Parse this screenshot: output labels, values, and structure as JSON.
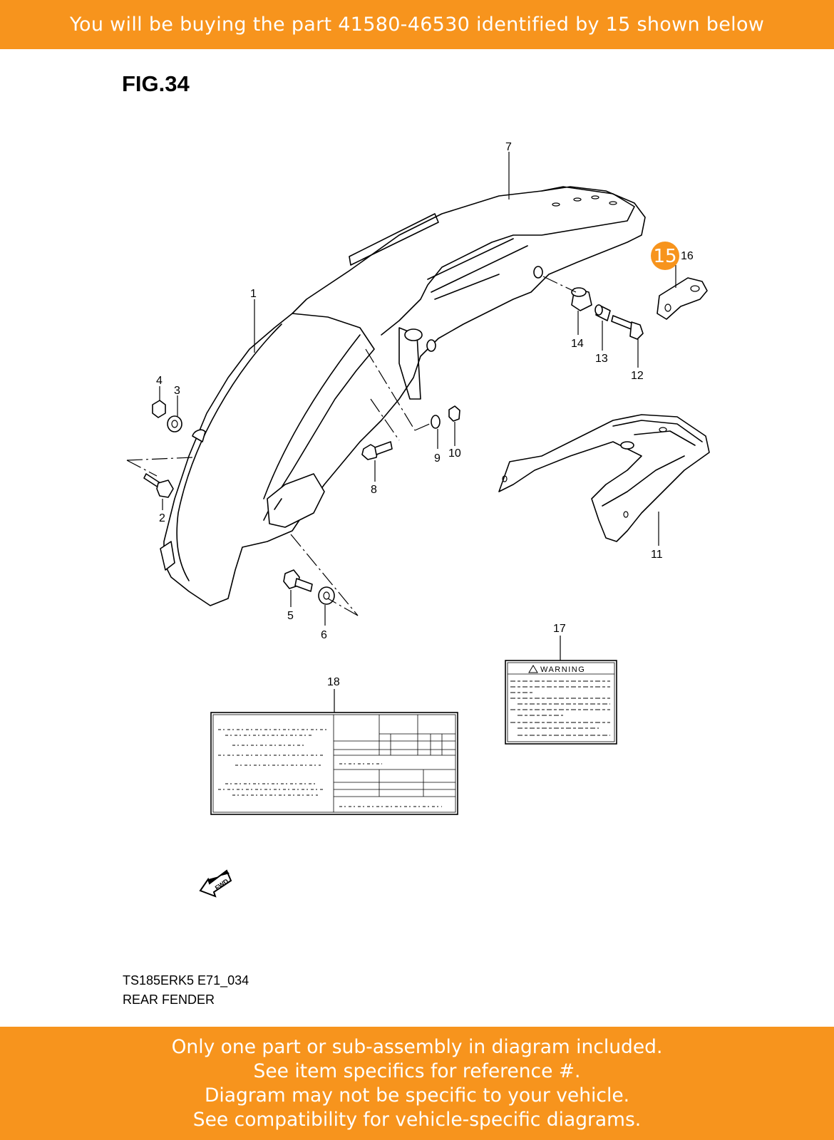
{
  "header": {
    "text": "You will be buying the part 41580-46530 identified by 15 shown below"
  },
  "figure": {
    "title": "FIG.34",
    "model_code": "TS185ERK5 E71_034",
    "section_name": "REAR FENDER",
    "highlighted_item": "15",
    "highlight_color": "#f7941d",
    "warning_label": "WARNING",
    "fwd_label": "FWD",
    "callouts": [
      "1",
      "2",
      "3",
      "4",
      "5",
      "6",
      "7",
      "8",
      "9",
      "10",
      "11",
      "12",
      "13",
      "14",
      "16",
      "17",
      "18"
    ]
  },
  "footer": {
    "lines": [
      "Only one part or sub-assembly in diagram included.",
      "See item specifics for reference #.",
      "Diagram may not be specific to your vehicle.",
      "See compatibility for vehicle-specific diagrams."
    ]
  },
  "colors": {
    "banner": "#f7941d",
    "banner_text": "#ffffff"
  }
}
